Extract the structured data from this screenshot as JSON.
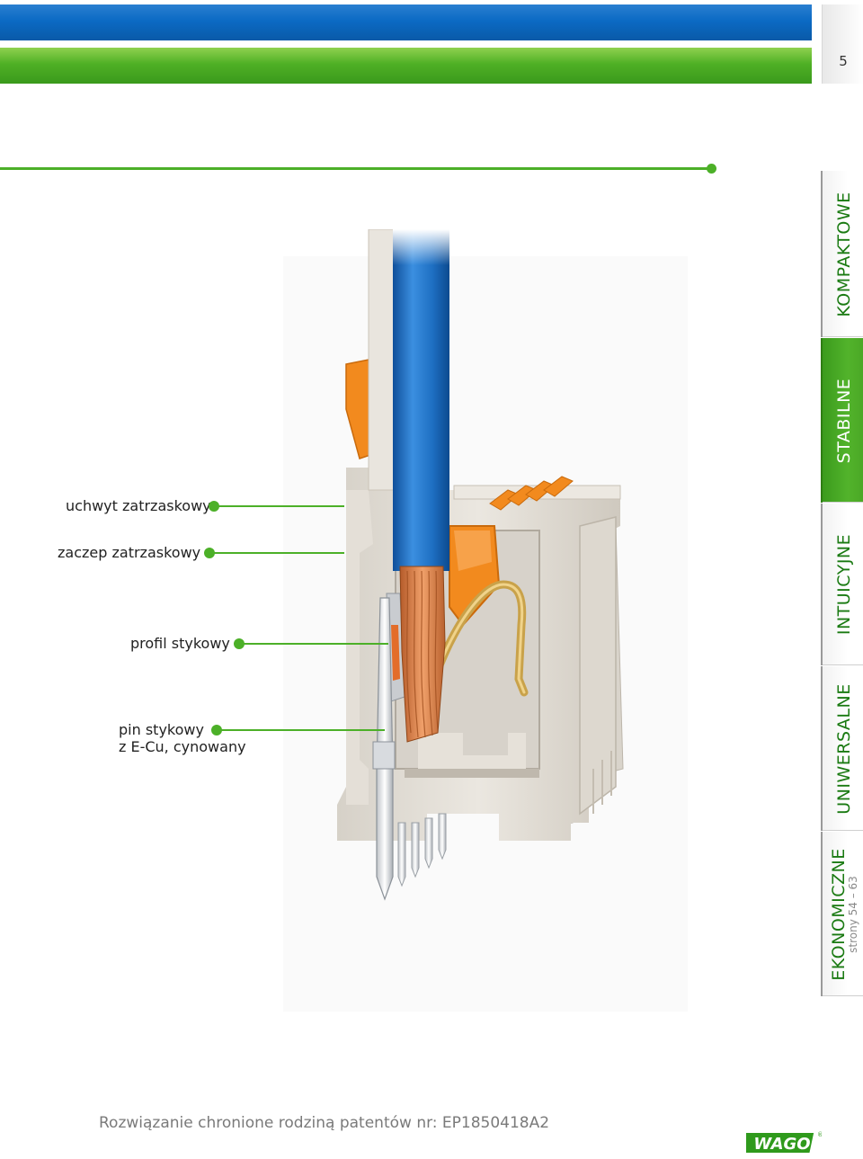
{
  "header": {
    "page_number": "5"
  },
  "side_tabs": [
    {
      "label": "KOMPAKTOWE",
      "active": false
    },
    {
      "label": "STABILNE",
      "active": true
    },
    {
      "label": "INTUICYJNE",
      "active": false
    },
    {
      "label": "UNIWERSALNE",
      "active": false
    },
    {
      "label": "EKONOMICZNE",
      "active": false,
      "sub": "strony 54 – 63"
    }
  ],
  "callouts": {
    "snap_holder": "uchwyt zatrzaskowy",
    "snap_latch": "zaczep zatrzaskowy",
    "contact_profile": "profil stykowy",
    "pin_line1": "pin stykowy",
    "pin_line2": "z E-Cu, cynowany"
  },
  "footer": {
    "patent_note": "Rozwiązanie chronione rodziną patentów nr: EP1850418A2",
    "logo_text": "WAGO",
    "registered_mark": "®"
  },
  "colors": {
    "blue_bar": "#0b6ac4",
    "green_accent": "#4cb028",
    "wire_blue": "#1f6fc0",
    "copper": "#d9824a",
    "orange_lever": "#f28a1e",
    "housing": "#e2ddd5"
  }
}
